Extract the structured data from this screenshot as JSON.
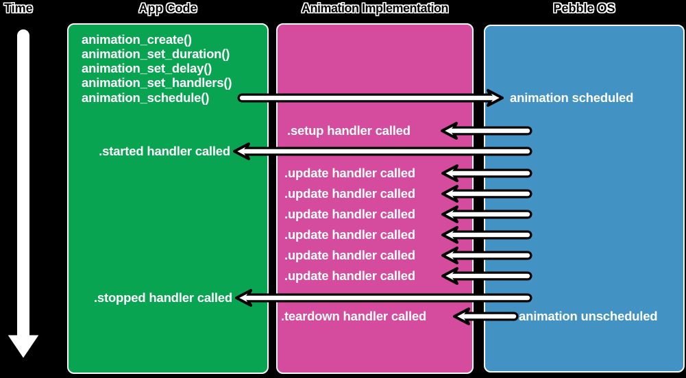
{
  "background": "#000000",
  "headers": {
    "time": "Time",
    "app_code": "App Code",
    "animation_implementation": "Animation Implementation",
    "pebble_os": "Pebble OS"
  },
  "columns": {
    "app_code": {
      "color": "#09a451",
      "calls": [
        "animation_create()",
        "animation_set_duration()",
        "animation_set_delay()",
        "animation_set_handlers()",
        "animation_schedule()"
      ],
      "started_event": ".started handler called",
      "stopped_event": ".stopped handler called"
    },
    "animation_implementation": {
      "color": "#d54b9d",
      "setup_event": ".setup handler called",
      "update_events": [
        ".update handler called",
        ".update handler called",
        ".update handler called",
        ".update handler called",
        ".update handler called",
        ".update handler called"
      ],
      "teardown_event": ".teardown handler called"
    },
    "pebble_os": {
      "color": "#4293c3",
      "scheduled_event": "animation scheduled",
      "unscheduled_event": "animation unscheduled"
    }
  },
  "arrow_style": {
    "fill": "#ffffff",
    "outline": "#000000"
  },
  "flows": [
    {
      "id": "flow-animation-schedule",
      "from": "app_code",
      "to": "pebble_os",
      "direction": "right"
    },
    {
      "id": "flow-setup-handler",
      "from": "pebble_os",
      "to": "animation_implementation",
      "direction": "left"
    },
    {
      "id": "flow-started-handler",
      "from": "pebble_os",
      "to": "app_code",
      "direction": "left"
    },
    {
      "id": "flow-update-handler-1",
      "from": "pebble_os",
      "to": "animation_implementation",
      "direction": "left"
    },
    {
      "id": "flow-update-handler-2",
      "from": "pebble_os",
      "to": "animation_implementation",
      "direction": "left"
    },
    {
      "id": "flow-update-handler-3",
      "from": "pebble_os",
      "to": "animation_implementation",
      "direction": "left"
    },
    {
      "id": "flow-update-handler-4",
      "from": "pebble_os",
      "to": "animation_implementation",
      "direction": "left"
    },
    {
      "id": "flow-update-handler-5",
      "from": "pebble_os",
      "to": "animation_implementation",
      "direction": "left"
    },
    {
      "id": "flow-update-handler-6",
      "from": "pebble_os",
      "to": "animation_implementation",
      "direction": "left"
    },
    {
      "id": "flow-stopped-handler",
      "from": "pebble_os",
      "to": "app_code",
      "direction": "left"
    },
    {
      "id": "flow-teardown-handler",
      "from": "pebble_os",
      "to": "animation_implementation",
      "direction": "left"
    }
  ]
}
